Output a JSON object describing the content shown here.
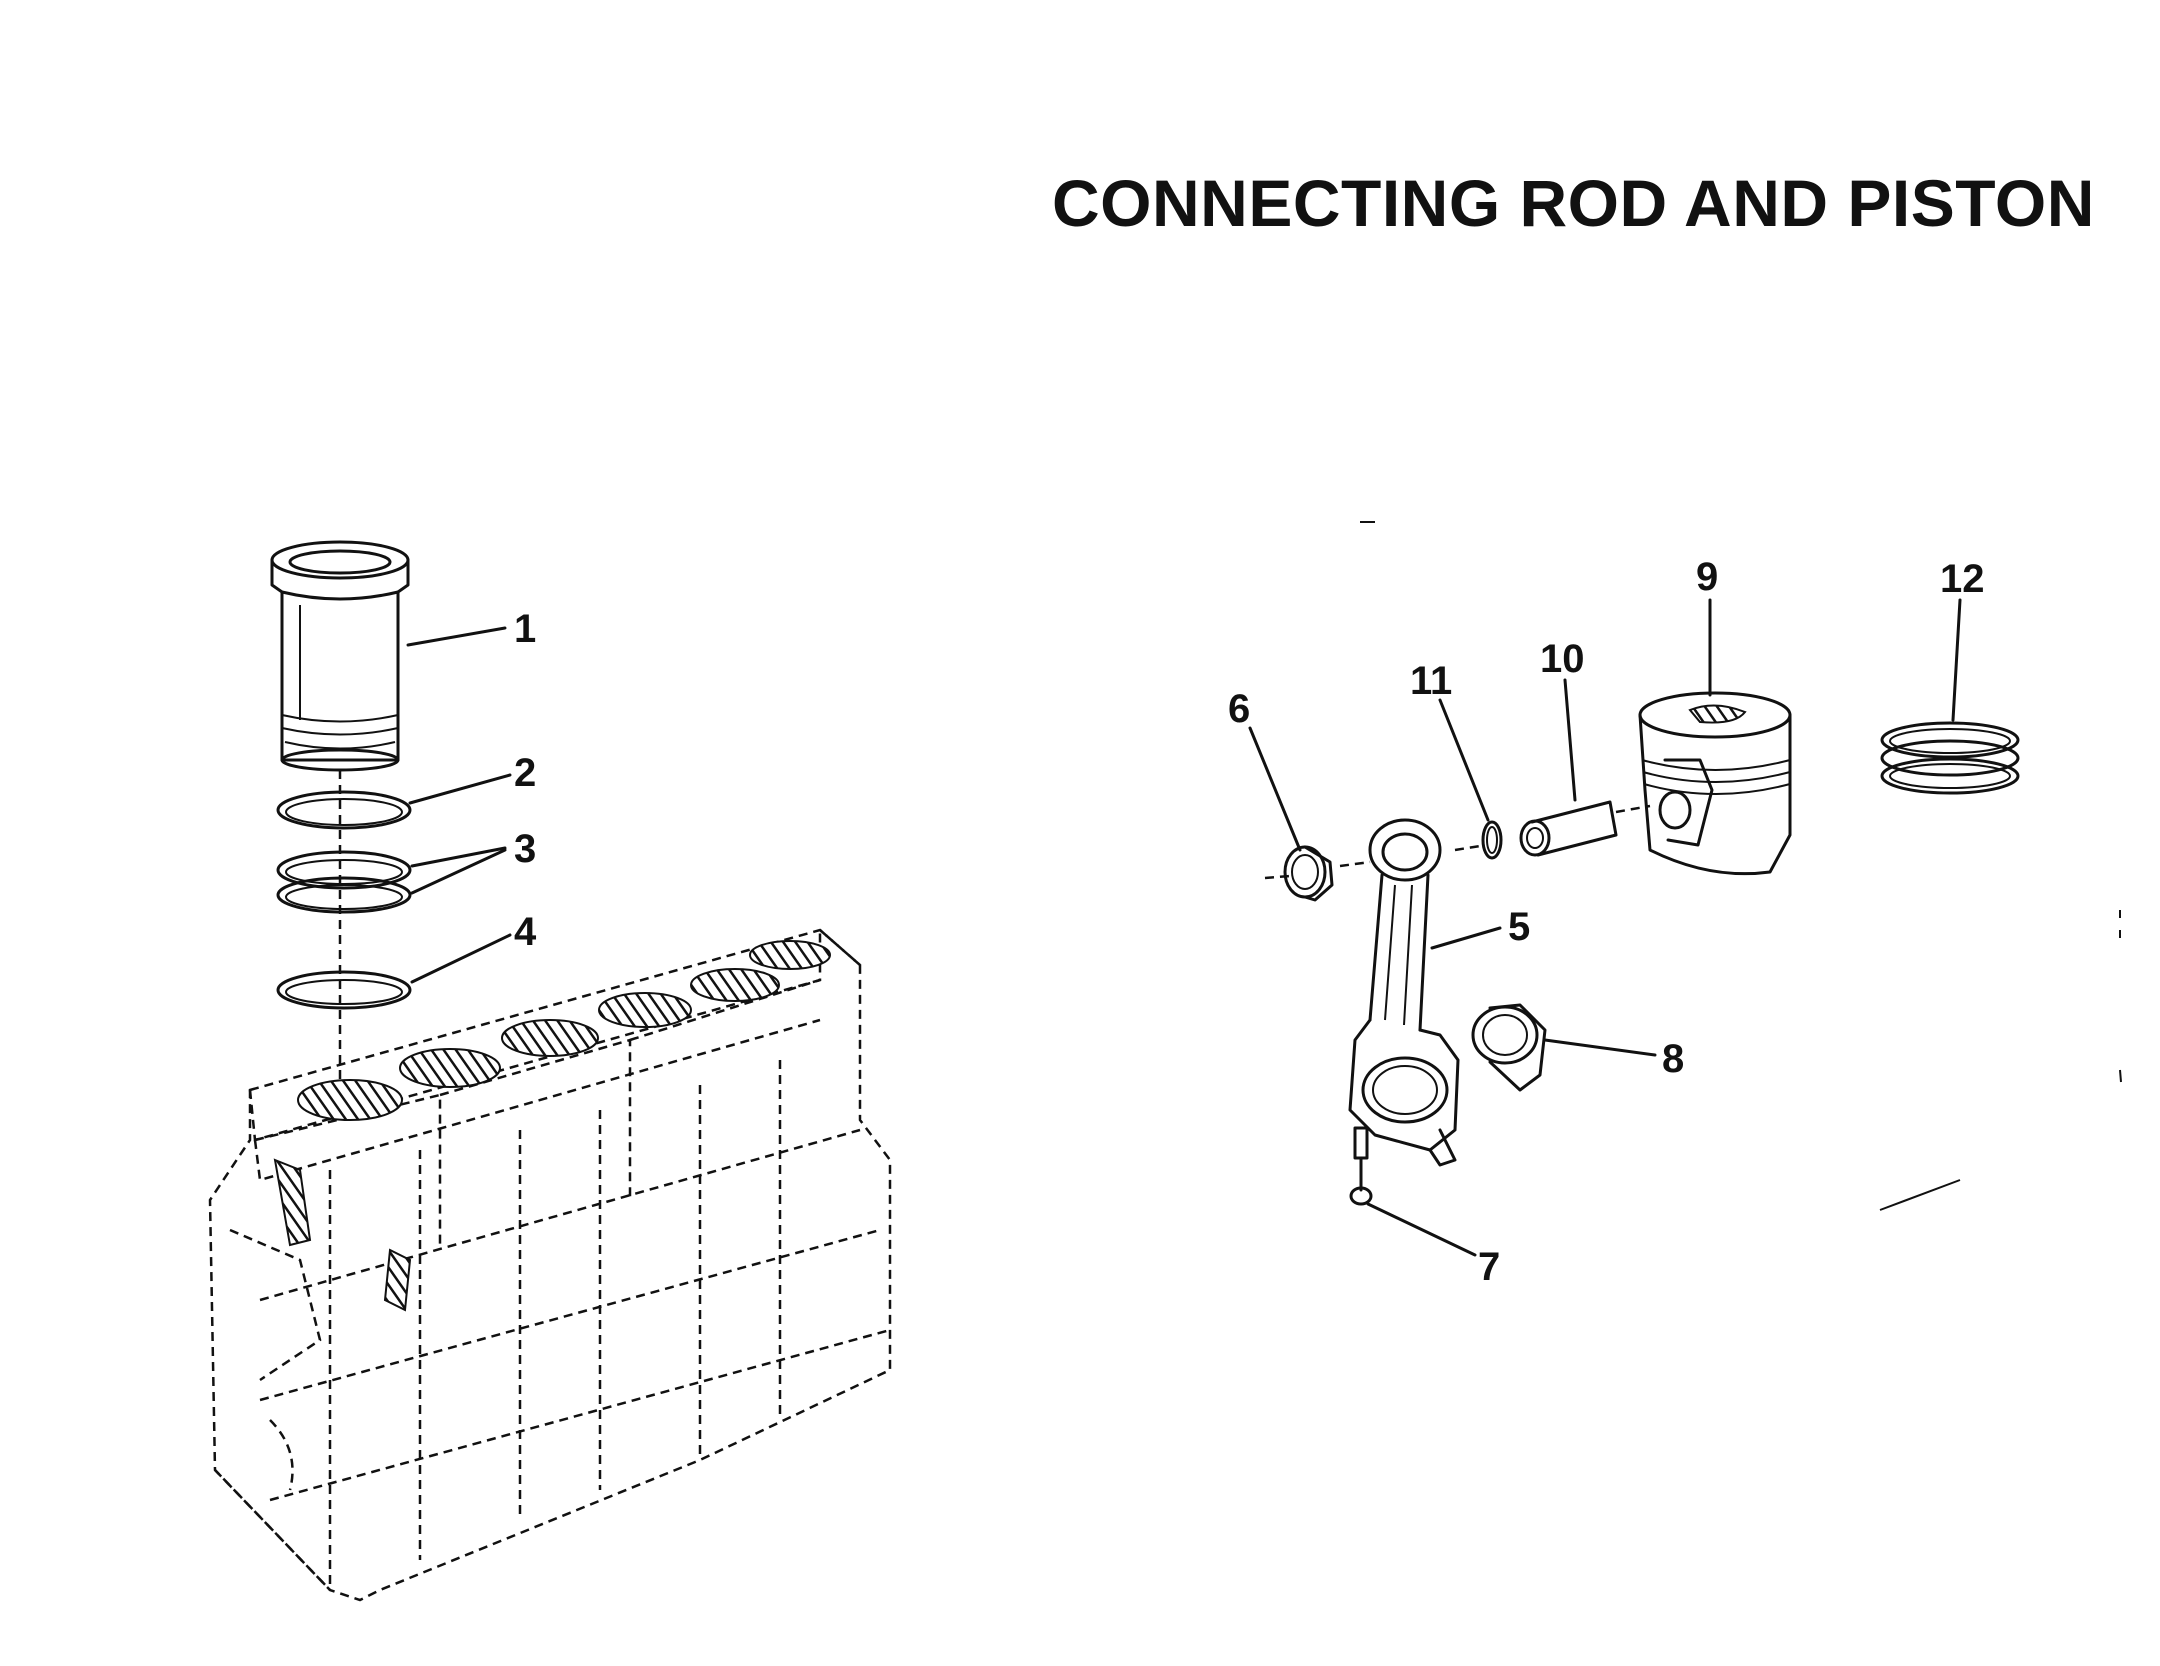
{
  "title": "CONNECTING ROD AND PISTON",
  "callouts": [
    {
      "id": "1",
      "label": "1"
    },
    {
      "id": "2",
      "label": "2"
    },
    {
      "id": "3",
      "label": "3"
    },
    {
      "id": "4",
      "label": "4"
    },
    {
      "id": "5",
      "label": "5"
    },
    {
      "id": "6",
      "label": "6"
    },
    {
      "id": "7",
      "label": "7"
    },
    {
      "id": "8",
      "label": "8"
    },
    {
      "id": "9",
      "label": "9"
    },
    {
      "id": "10",
      "label": "10"
    },
    {
      "id": "11",
      "label": "11"
    },
    {
      "id": "12",
      "label": "12"
    }
  ],
  "colors": {
    "ink": "#111111",
    "paper": "#ffffff"
  }
}
